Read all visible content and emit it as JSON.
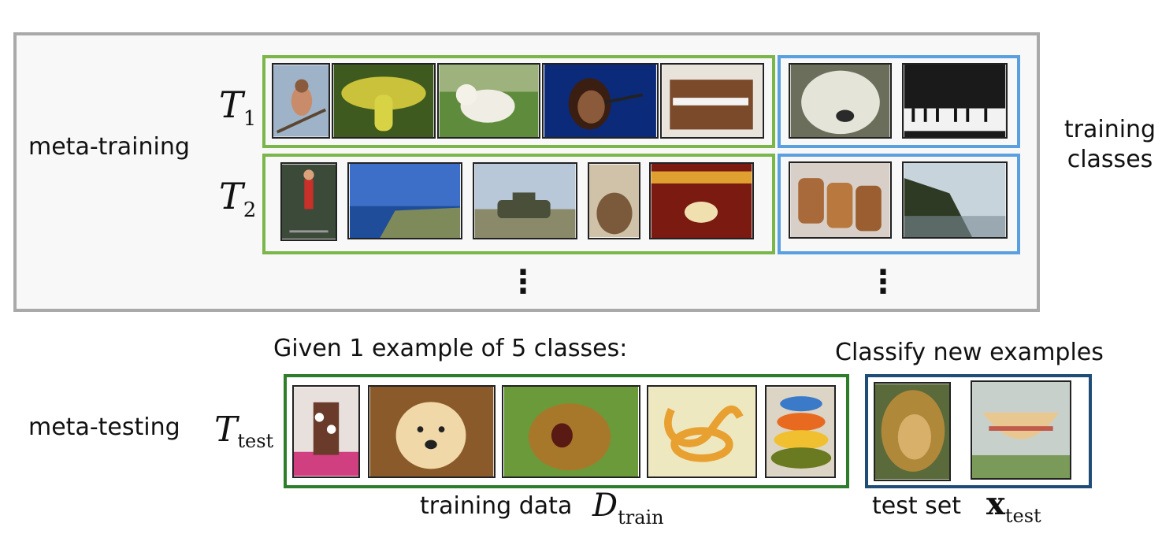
{
  "labels": {
    "meta_training": "meta-training",
    "meta_testing": "meta-testing",
    "training_classes_line1": "training",
    "training_classes_line2": "classes",
    "given": "Given 1 example of 5 classes:",
    "classify": "Classify new examples",
    "training_data": "training data",
    "test_set": "test set"
  },
  "math": {
    "task_symbol": "T",
    "task1_sub": "1",
    "task2_sub": "2",
    "task_test_sub": "test",
    "d_symbol": "D",
    "d_sub": "train",
    "x_symbol": "x",
    "x_sub": "test"
  },
  "images": {
    "task1_train": [
      "bird",
      "mushroom",
      "white-dog",
      "singer",
      "piano"
    ],
    "task1_test": [
      "shaggy-dog",
      "grand-piano"
    ],
    "task2_train": [
      "gymnast",
      "cliff-sea",
      "tank",
      "barrel",
      "carousel"
    ],
    "task2_test": [
      "barrels",
      "cliffs"
    ],
    "test_train": [
      "parfait",
      "golden-retriever",
      "lion",
      "noodle",
      "bowls"
    ],
    "test_test": [
      "lion",
      "bowl"
    ]
  },
  "colors": {
    "meta_training_border": "#a9a9a9",
    "support_light": "#7ab648",
    "query_light": "#5aa0e0",
    "support_dark": "#2e7d2a",
    "query_dark": "#1f4d78"
  }
}
